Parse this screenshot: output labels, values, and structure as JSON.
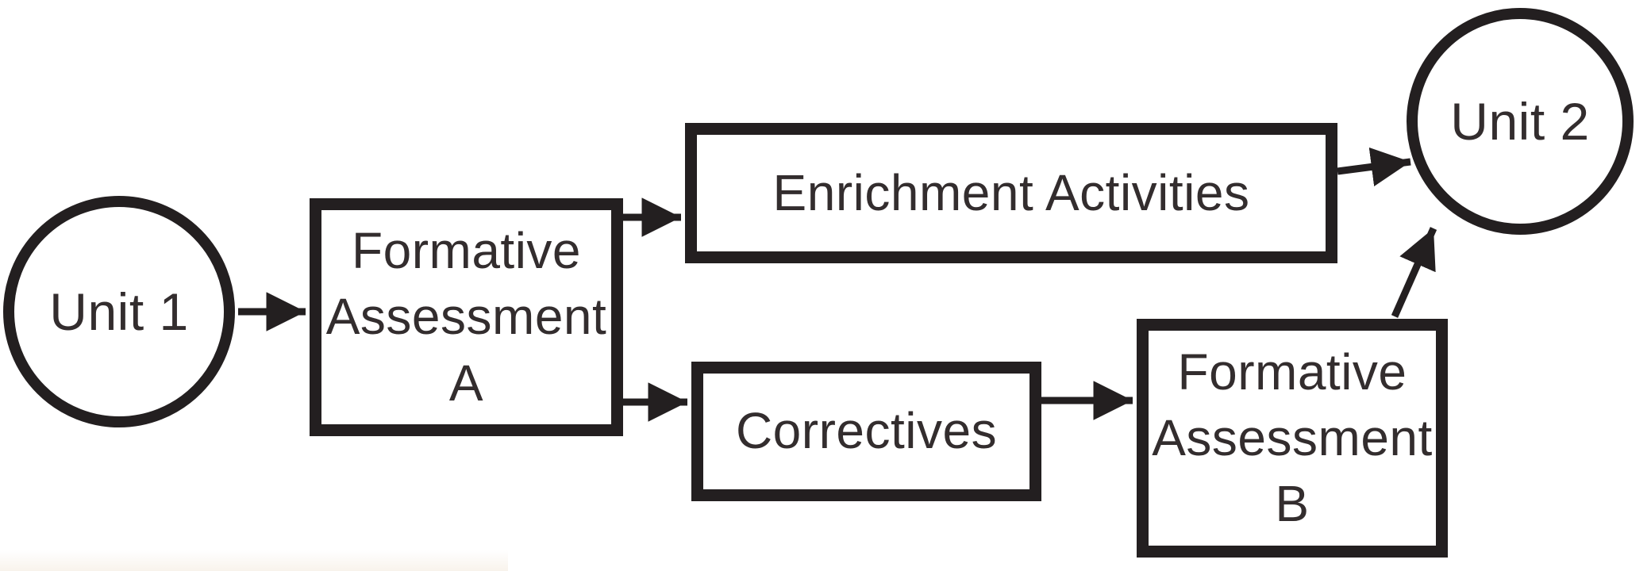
{
  "colors": {
    "ink": "#231f20",
    "text": "#332d2e",
    "background": "#ffffff"
  },
  "diagram": {
    "type": "flowchart",
    "nodes": {
      "unit1": {
        "label": "Unit 1",
        "shape": "circle"
      },
      "formative_a": {
        "label": "Formative\nAssessment\nA",
        "shape": "rect"
      },
      "enrichment": {
        "label": "Enrichment Activities",
        "shape": "rect"
      },
      "correctives": {
        "label": "Correctives",
        "shape": "rect"
      },
      "formative_b": {
        "label": "Formative\nAssessment\nB",
        "shape": "rect"
      },
      "unit2": {
        "label": "Unit 2",
        "shape": "circle"
      }
    },
    "edges": [
      {
        "from": "unit1",
        "to": "formative_a"
      },
      {
        "from": "formative_a",
        "to": "enrichment"
      },
      {
        "from": "formative_a",
        "to": "correctives"
      },
      {
        "from": "correctives",
        "to": "formative_b"
      },
      {
        "from": "enrichment",
        "to": "unit2"
      },
      {
        "from": "formative_b",
        "to": "unit2"
      }
    ]
  }
}
